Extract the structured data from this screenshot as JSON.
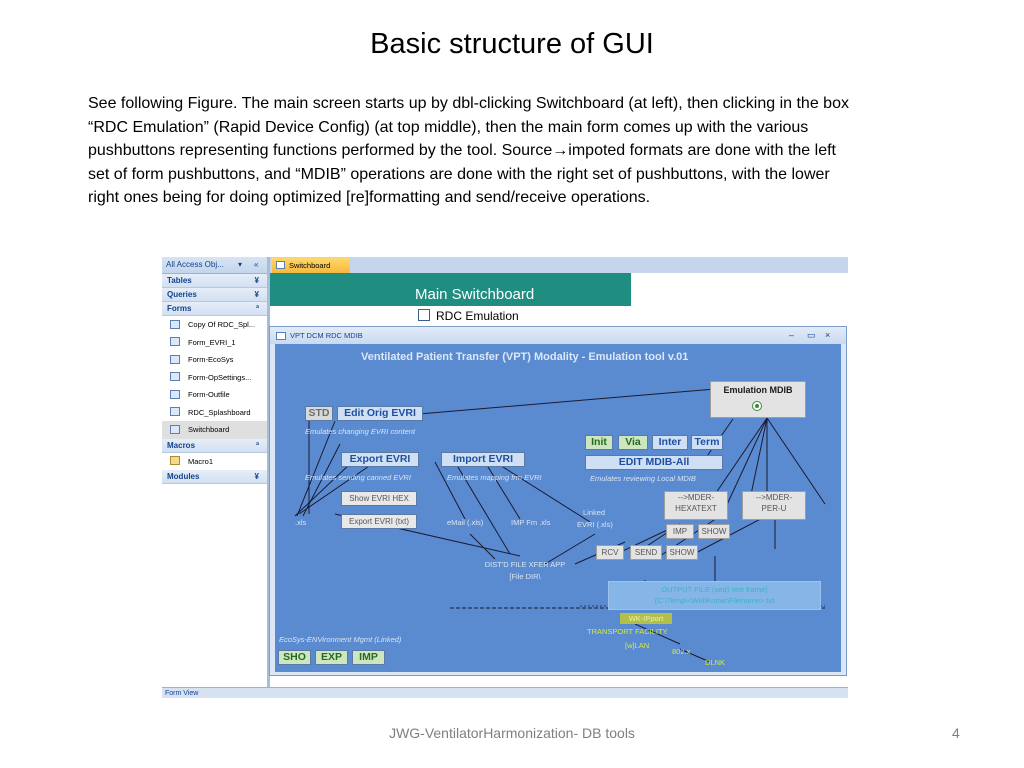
{
  "slide": {
    "title": "Basic structure of GUI",
    "body": [
      "See following Figure.  The main screen starts up by dbl-clicking Switchboard (at left), then clicking in the box",
      "“RDC Emulation” (Rapid Device Config) (at top middle), then the main form comes up with the various",
      "pushbuttons representing functions performed by the tool.  Source→impoted formats are done with the left",
      "set of form pushbuttons, and “MDIB” operations are done with the right set of pushbuttons, with the lower",
      "right ones being for doing optimized [re]formatting and send/receive operations."
    ],
    "footer": "JWG-VentilatorHarmonization- DB tools",
    "page_number": "4"
  },
  "nav": {
    "header": "All Access Obj...",
    "header_dropdown": "▾",
    "header_collapse": "«",
    "groups": {
      "tables": {
        "label": "Tables",
        "chevron": "¥"
      },
      "queries": {
        "label": "Queries",
        "chevron": "¥"
      },
      "forms": {
        "label": "Forms",
        "chevron": "ª"
      },
      "macros": {
        "label": "Macros",
        "chevron": "ª"
      },
      "modules": {
        "label": "Modules",
        "chevron": "¥"
      }
    },
    "forms": [
      "Copy Of RDC_Spl...",
      "Form_EVRI_1",
      "Form-EcoSys",
      "Form-OpSettings...",
      "Form-Outfile",
      "RDC_Splashboard",
      "Switchboard"
    ],
    "macros": [
      "Macro1"
    ]
  },
  "doc_tab": "Switchboard",
  "switchboard": {
    "title": "Main Switchboard",
    "button": "RDC Emulation"
  },
  "status_bar": "Form View",
  "vpt": {
    "window_title": "VPT DCM RDC MDIB",
    "win_min": "–",
    "win_max": "▭",
    "win_close": "×",
    "heading": "Ventilated Patient Transfer (VPT) Modality - Emulation tool v.01",
    "buttons": {
      "std": "STD",
      "edit_orig": "Edit Orig EVRI",
      "export_evri": "Export EVRI",
      "import_evri": "Import EVRI",
      "init": "Init",
      "via": "Via",
      "inter": "Inter",
      "term": "Term",
      "edit_mdib": "EDIT MDIB-All",
      "show_evri_hex": "Show EVRI HEX",
      "export_evri_txt": "Export EVRI (txt)",
      "mder_hex": "-->MDER-",
      "mder_hex2": "HEXATEXT",
      "mder_peru": "-->MDER-",
      "mder_peru2": "PER-U",
      "imp": "IMP",
      "show": "SHOW",
      "rcv": "RCV",
      "send": "SEND",
      "show2": "SHOW",
      "sho": "SHO",
      "exp": "EXP",
      "imp2": "IMP"
    },
    "emulation_mdib": "Emulation MDIB",
    "captions": {
      "edit": "Emulates changing EVRI content",
      "export": "Emulates sending canned EVRI",
      "import": "Emulates mapping frm EVRI",
      "review": "Emulates reviewing Local MDIB",
      "ecosys": "EcoSys-ENVironment Mgmt (Linked)"
    },
    "labels": {
      "xls": ".xls",
      "email": "eMail (.xls)",
      "imp_fm": "IMP Fm .xls",
      "linked1": "Linked",
      "linked2": "EVRI (.xls)",
      "dist1": "DIST'D FILE XFER APP",
      "dist2": "[File DIR\\",
      "out1": "OUTPUT FILE (seq'l text frame)",
      "out2": "(C:\\Temp\\<WellKnownFilename>.txt",
      "wk": "WK-IPport",
      "transport": "TRANSPORT FACILITY",
      "wlan": "[w]LAN",
      "x802": "802.x",
      "dlnk": "DLNK"
    }
  }
}
